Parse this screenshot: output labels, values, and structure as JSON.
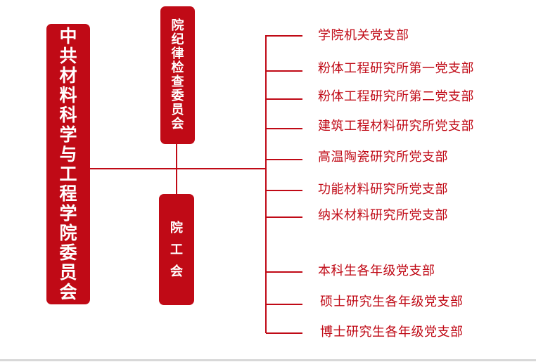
{
  "colors": {
    "accent": "#c00a16",
    "text_on_accent": "#ffffff",
    "background": "#ffffff"
  },
  "org": {
    "root": "中\n共\n材\n料\n科\n学\n与\n工\n程\n学\n院\n委\n员\n会",
    "discipline": "院\n纪\n律\n检\n查\n委\n员\n会",
    "union": "院\n工\n会"
  },
  "branches": [
    "学院机关党支部",
    "粉体工程研究所第一党支部",
    "粉体工程研究所第二党支部",
    "建筑工程材料研究所党支部",
    "高温陶瓷研究所党支部",
    "功能材料研究所党支部",
    "纳米材料研究所党支部",
    "本科生各年级党支部",
    "硕士研究生各年级党支部",
    "博士研究生各年级党支部"
  ]
}
